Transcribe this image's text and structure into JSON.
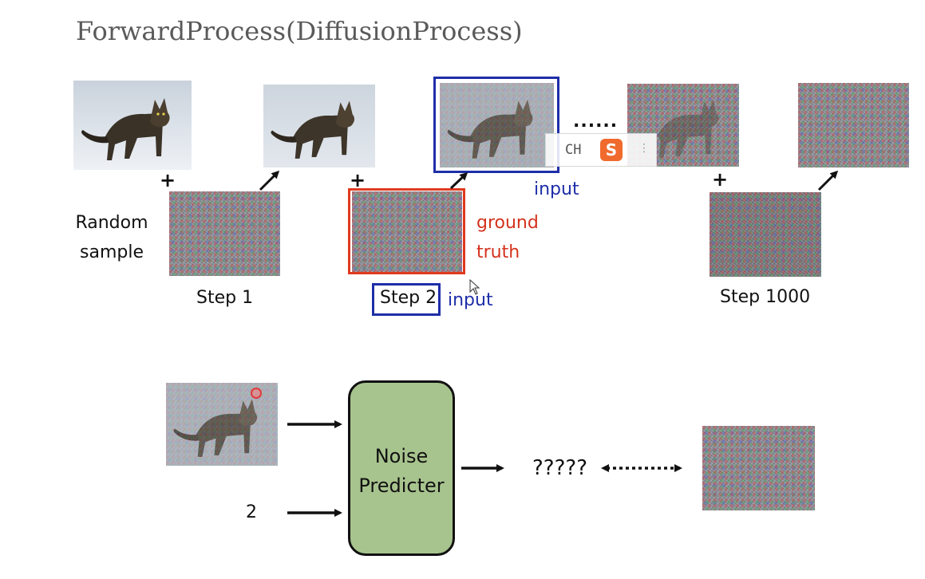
{
  "title": "ForwardProcess(DiffusionProcess)",
  "labels": {
    "random_sample_line1": "Random",
    "random_sample_line2": "sample",
    "step1": "Step 1",
    "step2": "Step 2",
    "step1000": "Step 1000",
    "input_top": "input",
    "input_step2": "input",
    "ground_truth_line1": "ground",
    "ground_truth_line2": "truth",
    "ellipsis": "......",
    "plus": "+",
    "step_number": "2",
    "unknown_output": "?????"
  },
  "noise_predicter": {
    "line1": "Noise",
    "line2": "Predicter"
  },
  "ime_toolbar": {
    "lang": "CH",
    "logo": "S"
  },
  "colors": {
    "blue_highlight": "#1e2ea8",
    "red_highlight": "#e0391e",
    "predicter_fill": "#a8c48e"
  },
  "icons": {
    "arrow": "arrow-icon",
    "dotted_double_arrow": "dotted-double-arrow-icon",
    "cursor": "mouse-cursor-icon"
  }
}
